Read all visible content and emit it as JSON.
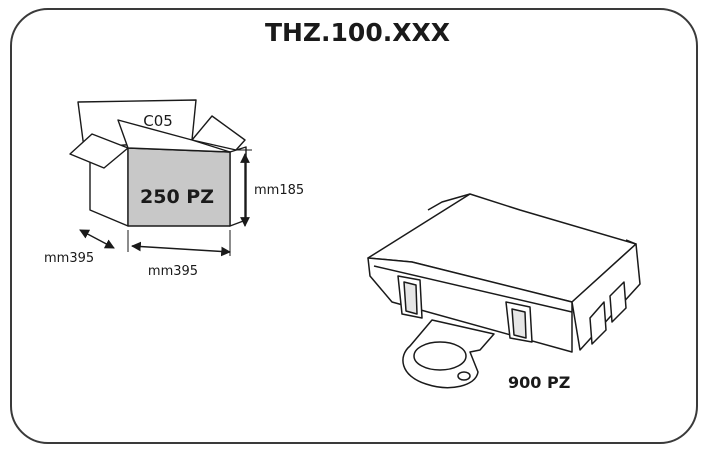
{
  "title": "THZ.100.XXX",
  "box": {
    "code": "C05",
    "quantity": "250 PZ",
    "height": "mm185",
    "depth": "mm395",
    "width": "mm395"
  },
  "product": {
    "quantity": "900 PZ"
  }
}
